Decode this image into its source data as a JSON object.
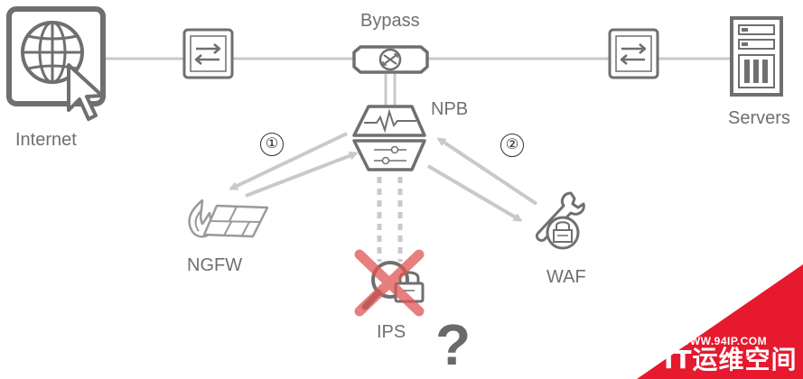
{
  "nodes": {
    "internet": "Internet",
    "bypass": "Bypass",
    "npb": "NPB",
    "servers": "Servers",
    "ngfw": "NGFW",
    "waf": "WAF",
    "ips": "IPS"
  },
  "steps": {
    "step1": "①",
    "step2": "②"
  },
  "question_mark": "?",
  "watermark": {
    "url": "WWW.94IP.COM",
    "text": "IT运维空间"
  },
  "colors": {
    "icon_gray": "#6f6f6f",
    "line_gray": "#c8c8c8",
    "arrow_gray": "#c9c9c9",
    "cross_red": "#e05555",
    "watermark_red": "#e6192f"
  }
}
